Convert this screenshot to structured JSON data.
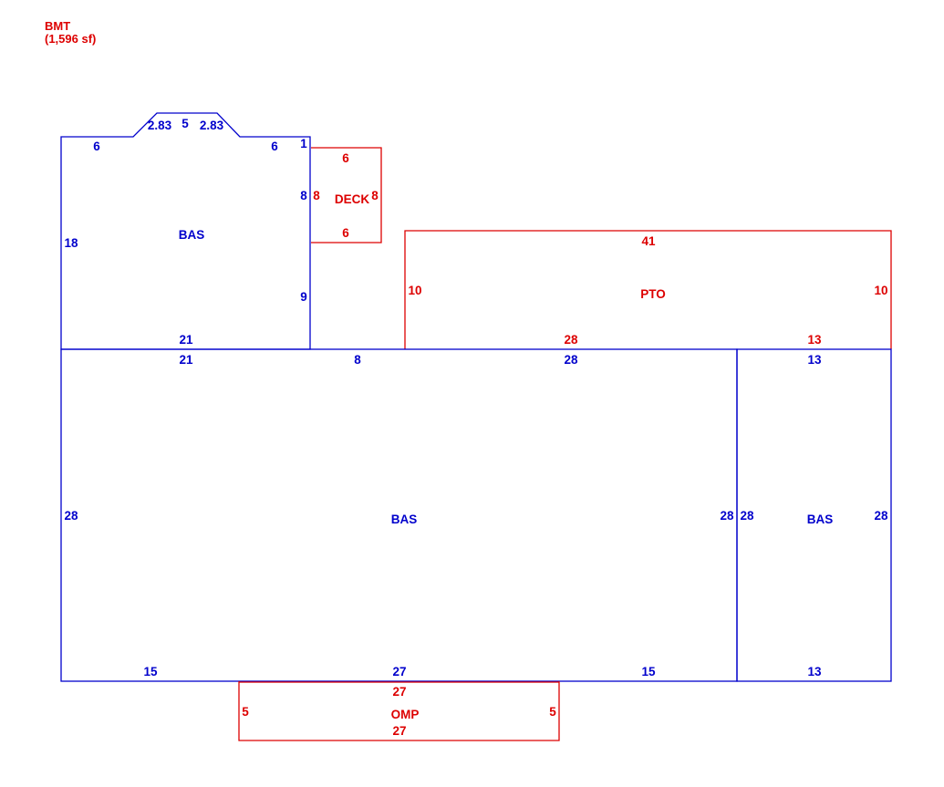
{
  "colors": {
    "living": "#0000cc",
    "other": "#dd0000",
    "background": "#ffffff"
  },
  "header": {
    "title": "BMT",
    "area": "(1,596 sf)"
  },
  "areas": {
    "bas_upper": {
      "label": "BAS",
      "dims": {
        "top_left": "6",
        "angle_left": "2.83",
        "top_mid": "5",
        "angle_right": "2.83",
        "top_right": "6",
        "right_jog": "1",
        "right_upper": "8",
        "right_lower": "9",
        "left": "18",
        "bottom": "21"
      }
    },
    "deck": {
      "label": "DECK",
      "dims": {
        "top": "6",
        "bottom": "6",
        "left": "8",
        "right": "8"
      }
    },
    "pto": {
      "label": "PTO",
      "dims": {
        "top": "41",
        "left": "10",
        "right": "10",
        "bottom_main": "28",
        "bottom_right": "13"
      }
    },
    "bas_main": {
      "label": "BAS",
      "dims": {
        "top_left": "21",
        "top_mid": "8",
        "top_right": "28",
        "left": "28",
        "right": "28",
        "bottom_left": "15",
        "bottom_mid": "27",
        "bottom_right": "15"
      }
    },
    "bas_east": {
      "label": "BAS",
      "dims": {
        "top": "13",
        "left": "28",
        "right": "28",
        "bottom": "13"
      }
    },
    "omp": {
      "label": "OMP",
      "dims": {
        "top": "27",
        "left": "5",
        "right": "5",
        "bottom": "27"
      }
    }
  }
}
